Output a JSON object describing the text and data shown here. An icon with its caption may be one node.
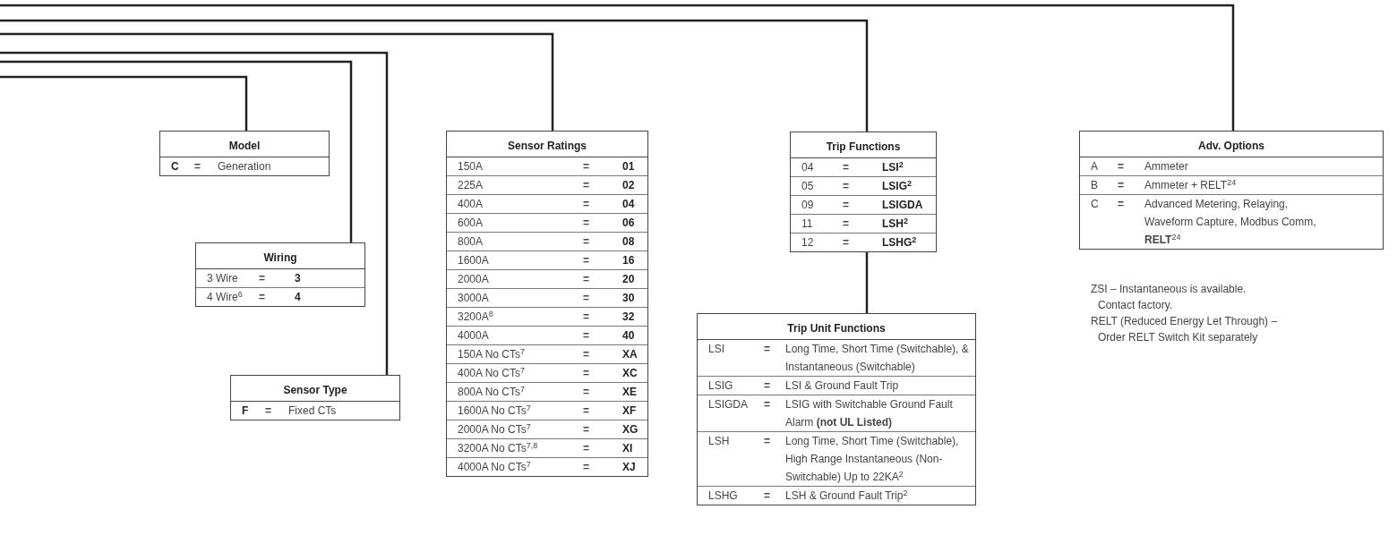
{
  "diagram": {
    "nodes": [
      {
        "text": [
          "Model",
          "C",
          "=",
          "Generation"
        ]
      },
      {
        "text": [
          "Sensor Ratings",
          "150A",
          "=",
          "01",
          "225A",
          "=",
          "02",
          "400A",
          "=",
          "04",
          "600A",
          "=",
          "06",
          "800A",
          "=",
          "08",
          "1600A",
          "=",
          "16",
          "2000A",
          "=",
          "20",
          "3000A",
          "=",
          "30",
          "3200A$^{8}$",
          "=",
          "32",
          "4000A",
          "=",
          "40",
          "150A No CTs$^{7}$",
          "=",
          "XA",
          "400A No CTs$^{7}$",
          "=",
          "XC",
          "800A No CTs$^{7}$",
          "=",
          "XE",
          "1600A No CTs$^{7}$",
          "=",
          "XF",
          "2000A No CTs$^{7}$",
          "=",
          "XG",
          "3200A No CTs$^{7,8}$",
          "=",
          "XI",
          "4000A No CTs$^{7}$",
          "=",
          "XJ"
        ]
      },
      {
        "text": [
          "Trip Functions",
          "04",
          "=",
          "LSI$^{2}$",
          "05",
          "=",
          "LSIG$^{2}$",
          "09",
          "=",
          "LSIGDA",
          "11",
          "=",
          "LSH$^{2}$",
          "12",
          "=",
          "LSHG$^{2}$"
        ]
      },
      {
        "text": [
          "Adv. Options",
          "A",
          "=",
          "Ammeter",
          "B",
          "=",
          "Ammeter + RELT$^{24}$",
          "C",
          "=",
          "Advanced Metering, Relaying, Waveform Capture, Modbus Comm, **RELT**$^{24}$"
        ]
      },
      {
        "text": [
          "Wiring",
          "3 Wire",
          "=",
          "3",
          "4 Wire$^{6}$",
          "=",
          "4"
        ]
      },
      {
        "text": [
          "Trip Unit Functions",
          "LSI",
          "=",
          "Long Time, Short Time (Switchable), & Instantaneous (Switchable)",
          "LSIG",
          "=",
          "LSI & Ground Fault Trip",
          "LSIGDA",
          "=",
          "LSIG with Switchable Ground Fault Alarm **(not UL Listed)**",
          "LSH",
          "=",
          "Long Time, Short Time (Switchable), High Range Instantaneous (Non-Switchable) Up to 22KA$^{2}$",
          "LSHG",
          "=",
          "LSH & Ground Fault Trip$^{2}$"
        ]
      },
      {
        "text": [
          "Sensor Type",
          "F",
          "=",
          "Fixed CTs"
        ]
      }
    ],
    "edges": [
      {
        "from": null,
        "to": 3,
        "arrow": "none"
      },
      {
        "from": null,
        "to": 2,
        "arrow": "none"
      },
      {
        "from": null,
        "to": 1,
        "arrow": "none"
      },
      {
        "from": null,
        "to": 6,
        "arrow": "none"
      },
      {
        "from": null,
        "to": 4,
        "arrow": "none"
      },
      {
        "from": null,
        "to": 0,
        "arrow": "none"
      },
      {
        "from": 2,
        "to": 5,
        "arrow": "none"
      }
    ],
    "labels": [
      "ZSI – Instantaneous is available. Contact factory.",
      "RELT (Reduced Energy Let Through) – Order RELT Switch Kit separately"
    ]
  }
}
